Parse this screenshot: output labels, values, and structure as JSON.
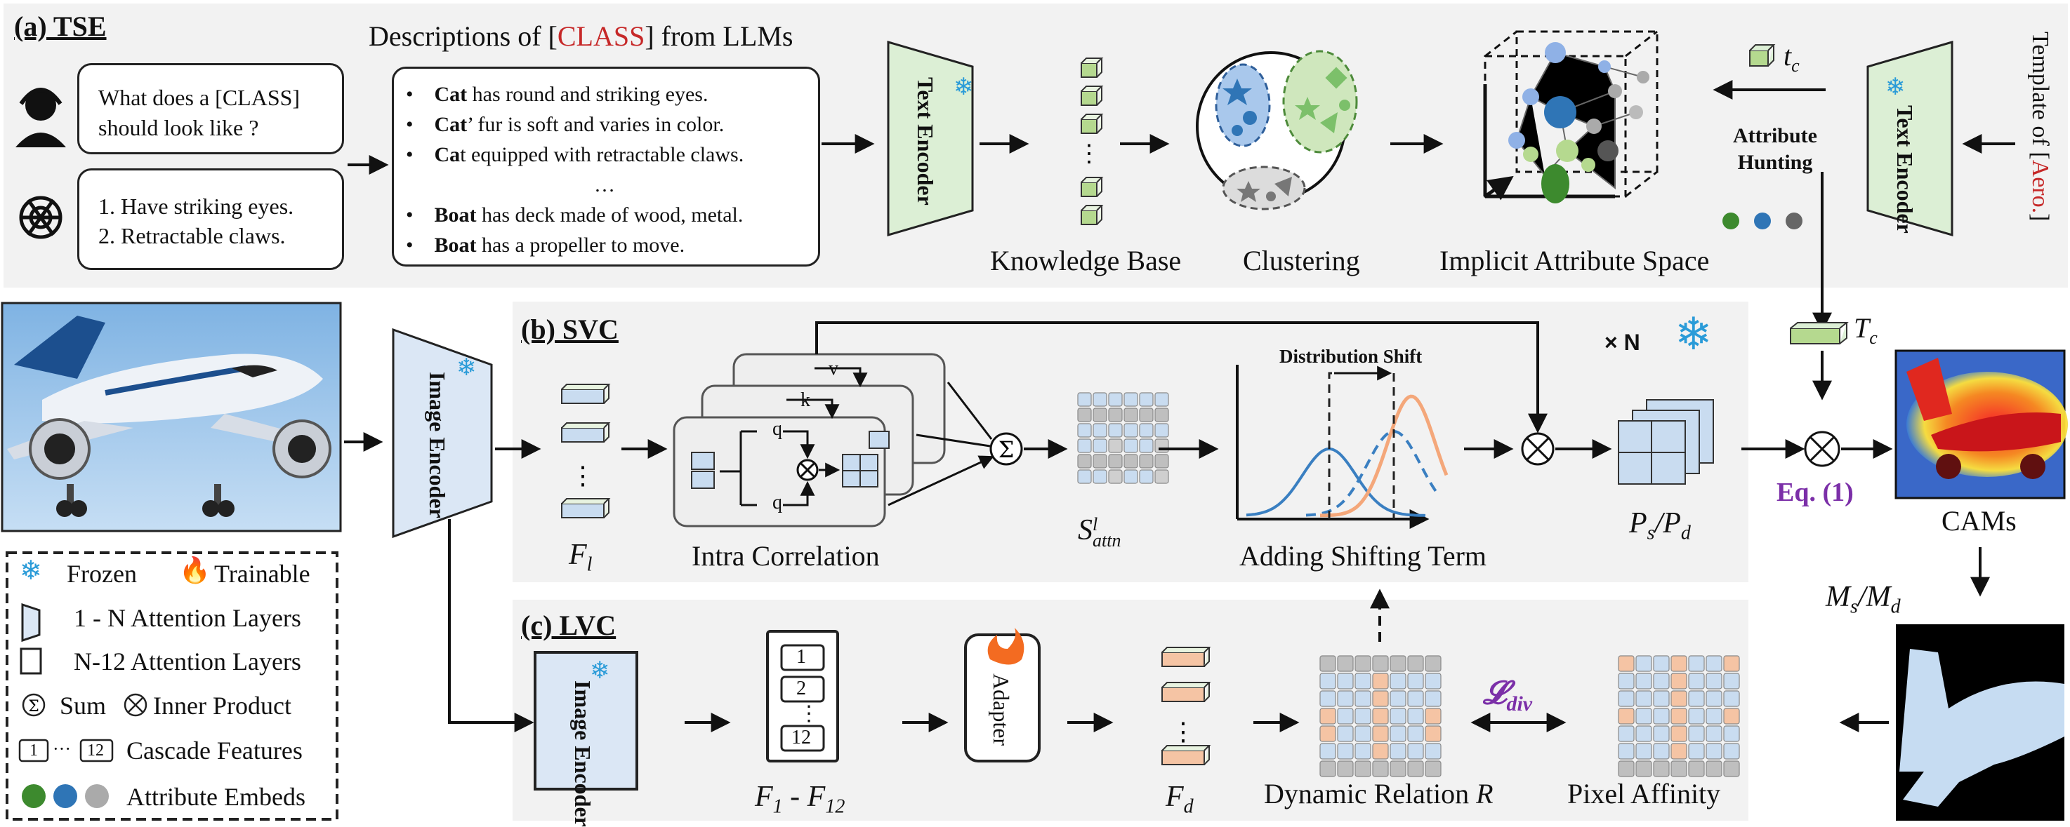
{
  "sections": {
    "tse": "(a) TSE",
    "svc": "(b) SVC",
    "lvc": "(c) LVC"
  },
  "tse": {
    "descriptions_title_pre": "Descriptions of [",
    "descriptions_title_class": "CLASS",
    "descriptions_title_post": "]  from LLMs",
    "question": "What does a [CLASS] should look like  ?",
    "answers": [
      "1. Have striking eyes.",
      "2. Retractable claws."
    ],
    "descriptions": [
      {
        "bold": "Cat",
        "rest": " has round and striking eyes."
      },
      {
        "bold": "Cat",
        "rest": "’ fur is soft and varies in color."
      },
      {
        "bold": "Ca",
        "rest": "t equipped with retractable claws."
      },
      {
        "bold": "",
        "rest": "…"
      },
      {
        "bold": "Boat",
        "rest": " has deck made of wood, metal."
      },
      {
        "bold": "Boat",
        "rest": " has a propeller to move."
      }
    ],
    "text_encoder": "Text Encoder",
    "knowledge_base": "Knowledge Base",
    "clustering": "Clustering",
    "implicit_space": "Implicit Attribute Space",
    "attribute_hunting": "Attribute Hunting",
    "tc": "t",
    "tc_sub": "c",
    "template_pre": "Template of [",
    "template_class": "Aero.",
    "template_post": "]"
  },
  "svc": {
    "image_encoder": "Image Encoder",
    "fl": "F",
    "fl_sub": "l",
    "intra_correlation": "Intra Correlation",
    "v": "v",
    "k": "k",
    "q": "q",
    "s_attn": "S",
    "s_attn_sup": "l",
    "s_attn_sub": "attn",
    "distribution_shift": "Distribution Shift",
    "adding_shift": "Adding Shifting Term",
    "times_n": "× N",
    "ps_pd": "P",
    "ps_sub": "s",
    "pd_sub": "d",
    "Tc": "T",
    "Tc_sub": "c",
    "eq": "Eq. (1)",
    "cams": "CAMs",
    "ms_md": "M",
    "ms_sub": "s",
    "md_sub": "d"
  },
  "lvc": {
    "image_encoder": "Image Encoder",
    "cascade_items": [
      "1",
      "2",
      "12"
    ],
    "cascade_dots": "⋮",
    "f1_f12": "F",
    "f1_sub": "1",
    "f12_sub": "12",
    "adapter": "Adapter",
    "fd": "F",
    "fd_sub": "d",
    "dynamic_relation": "Dynamic Relation ",
    "dynamic_r": "R",
    "l_div": "𝓛",
    "l_div_sub": "div",
    "pixel_affinity": "Pixel Affinity"
  },
  "legend": {
    "frozen": "Frozen",
    "trainable": "Trainable",
    "attn_1n": "1 - N Attention Layers",
    "attn_n12": "N-12 Attention Layers",
    "sum": "Sum",
    "inner": "Inner Product",
    "cascade_1": "1",
    "cascade_12": "12",
    "cascade": "Cascade Features",
    "attr": "Attribute Embeds"
  },
  "colors": {
    "panel": "#f2f2f2",
    "encoder_green": "#dcefd5",
    "encoder_blue": "#dbe7f5",
    "cube_green": "#b5d98f",
    "cell_blue": "#c9dcf0",
    "cell_orange": "#f5c4a4",
    "cell_gray": "#bfbfbf",
    "attr_green": "#3d8a2e",
    "attr_blue": "#2f75b6",
    "attr_gray": "#7f7f7f",
    "curve_blue": "#3a7fc1",
    "curve_orange": "#f4a77a",
    "class_red": "#c62828",
    "purple": "#7b2fa8"
  }
}
